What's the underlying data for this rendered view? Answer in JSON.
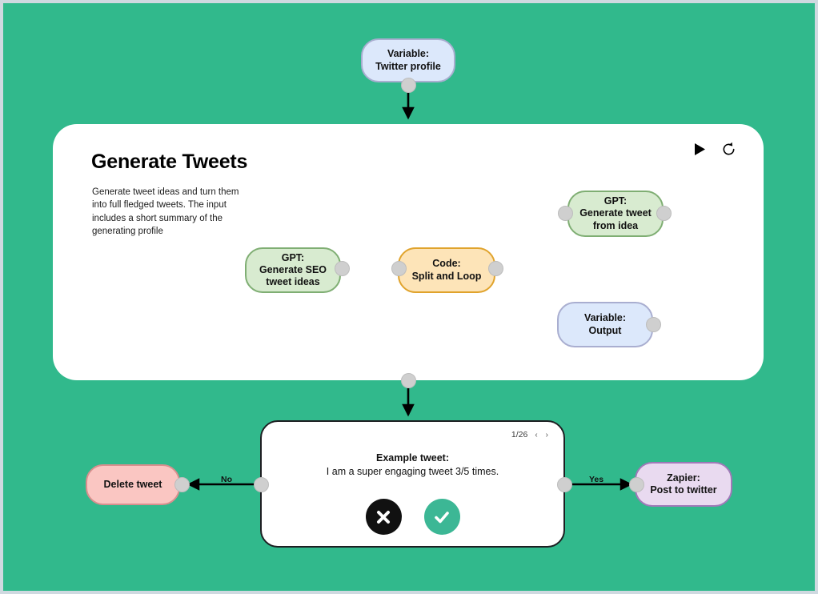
{
  "canvas": {
    "background_color": "#31b98c",
    "frame_border_color": "#cfd9e0"
  },
  "input_node": {
    "label_line1": "Variable:",
    "label_line2": "Twitter profile",
    "color": "#dce8fb"
  },
  "group": {
    "title": "Generate Tweets",
    "description": "Generate tweet ideas and turn them into full fledged tweets. The input includes a short summary of the generating profile",
    "actions": {
      "run_label": "run-icon",
      "refresh_label": "refresh-icon"
    },
    "nodes": [
      {
        "line1": "GPT:",
        "line2": "Generate SEO",
        "line3": "tweet ideas",
        "color": "#d8ebd0"
      },
      {
        "line1": "Code:",
        "line2": "Split and Loop",
        "line3": "",
        "color": "#fde4b8"
      },
      {
        "line1": "GPT:",
        "line2": "Generate tweet",
        "line3": "from idea",
        "color": "#d8ebd0"
      },
      {
        "line1": "Variable:",
        "line2": "Output",
        "line3": "",
        "color": "#dce8fb"
      }
    ]
  },
  "decision_card": {
    "pager": {
      "counter": "1/26",
      "prev": "‹",
      "next": "›"
    },
    "heading": "Example tweet:",
    "body": "I am a super engaging tweet 3/5 times.",
    "reject_button": "close-icon",
    "accept_button": "check-icon",
    "accent_color": "#3cb795"
  },
  "edges": {
    "no_label": "No",
    "yes_label": "Yes"
  },
  "reject_node": {
    "label": "Delete tweet",
    "color": "#fac6c2"
  },
  "accept_node": {
    "line1": "Zapier:",
    "line2": "Post to twitter",
    "color": "#e9daf0"
  }
}
